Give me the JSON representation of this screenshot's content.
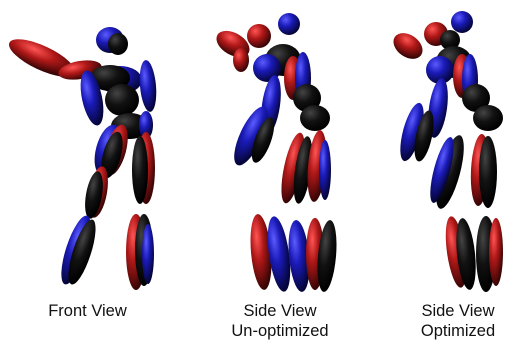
{
  "figure": {
    "panels": [
      {
        "id": "front-view",
        "caption_lines": [
          "Front View"
        ]
      },
      {
        "id": "side-view-unoptimized",
        "caption_lines": [
          "Side View",
          "Un-optimized"
        ]
      },
      {
        "id": "side-view-optimized",
        "caption_lines": [
          "Side View",
          "Optimized"
        ]
      }
    ]
  },
  "colors": {
    "red": "#b01818",
    "blue": "#1a1ab8",
    "black": "#050505",
    "background": "#ffffff",
    "text": "#111111"
  }
}
